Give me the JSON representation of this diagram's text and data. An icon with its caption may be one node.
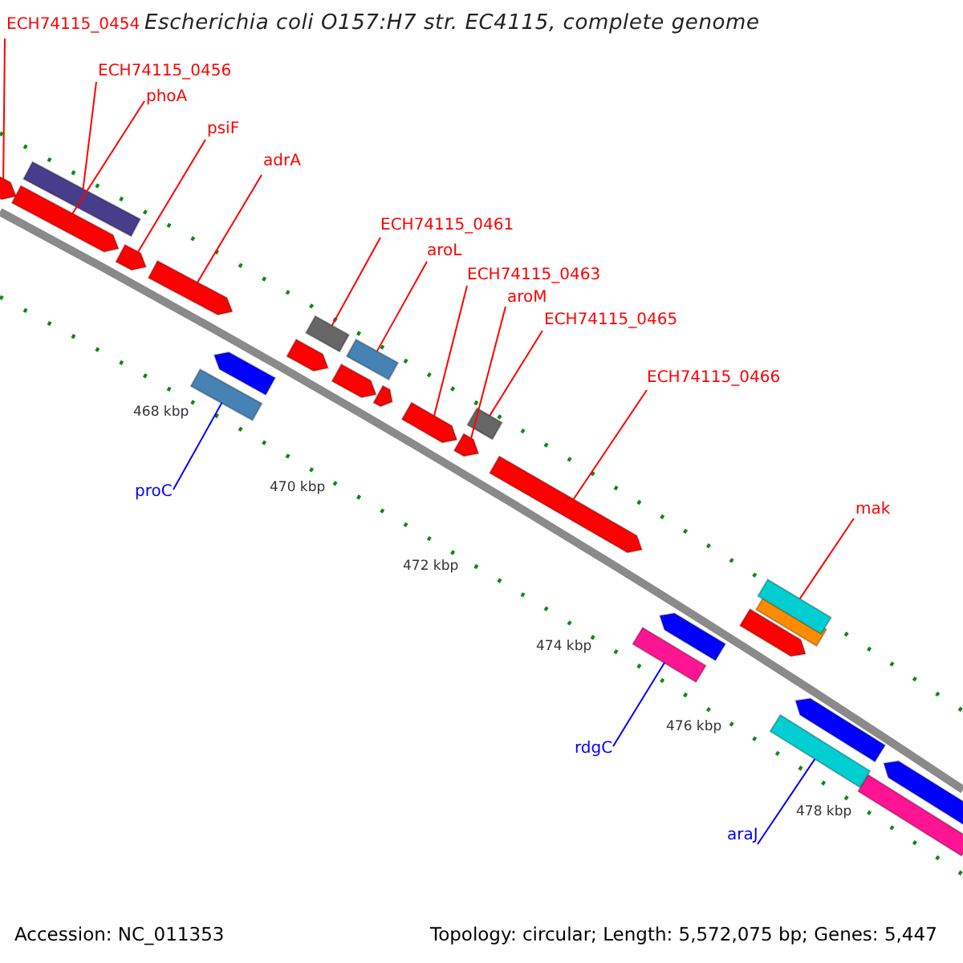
{
  "diagram": {
    "title": "Escherichia coli O157:H7 str. EC4115, complete genome",
    "nodes": [
      {
        "text": [
          "ECH74115_0454"
        ]
      },
      {
        "text": [],
        "shape": "bar"
      },
      {
        "text": [
          "ECH74115_0456"
        ]
      },
      {
        "text": [],
        "shape": "bar"
      },
      {
        "text": [
          "phoA"
        ]
      },
      {
        "text": [],
        "shape": "bar"
      },
      {
        "text": [
          "psiF"
        ]
      },
      {
        "text": [],
        "shape": "bar"
      },
      {
        "text": [
          "adrA"
        ]
      },
      {
        "text": [],
        "shape": "bar"
      },
      {
        "text": [
          "ECH74115_0461"
        ]
      },
      {
        "text": [],
        "shape": "bar"
      },
      {
        "text": [
          "aroL"
        ]
      },
      {
        "text": [],
        "shape": "bar"
      },
      {
        "text": [
          "ECH74115_0463"
        ]
      },
      {
        "text": [],
        "shape": "bar"
      },
      {
        "text": [
          "aroM"
        ]
      },
      {
        "text": [],
        "shape": "bar"
      },
      {
        "text": [
          "ECH74115_0465"
        ]
      },
      {
        "text": [],
        "shape": "bar"
      },
      {
        "text": [
          "ECH74115_0466"
        ]
      },
      {
        "text": [],
        "shape": "bar"
      },
      {
        "text": [
          "proC"
        ]
      },
      {
        "text": [],
        "shape": "bar"
      },
      {
        "text": [
          "mak"
        ]
      },
      {
        "text": [],
        "shape": "bar"
      },
      {
        "text": [
          "rdgC"
        ]
      },
      {
        "text": [],
        "shape": "bar"
      },
      {
        "text": [
          "araJ"
        ]
      },
      {
        "text": [],
        "shape": "bar"
      }
    ],
    "edges": [
      {
        "from": 0,
        "to": 1,
        "arrow": "none"
      },
      {
        "from": 2,
        "to": 3,
        "arrow": "none"
      },
      {
        "from": 4,
        "to": 5,
        "arrow": "none"
      },
      {
        "from": 6,
        "to": 7,
        "arrow": "none"
      },
      {
        "from": 8,
        "to": 9,
        "arrow": "none"
      },
      {
        "from": 10,
        "to": 11,
        "arrow": "none"
      },
      {
        "from": 12,
        "to": 13,
        "arrow": "none"
      },
      {
        "from": 14,
        "to": 15,
        "arrow": "none"
      },
      {
        "from": 16,
        "to": 17,
        "arrow": "none"
      },
      {
        "from": 18,
        "to": 19,
        "arrow": "none"
      },
      {
        "from": 20,
        "to": 21,
        "arrow": "none"
      },
      {
        "from": 22,
        "to": 23,
        "arrow": "none",
        "color": "#0000ff"
      },
      {
        "from": 24,
        "to": 25,
        "arrow": "none"
      },
      {
        "from": 26,
        "to": 27,
        "arrow": "none",
        "color": "#0000ff"
      },
      {
        "from": 28,
        "to": 29,
        "arrow": "none",
        "color": "#0000ff"
      }
    ],
    "labels": [
      "468 kbp",
      "470 kbp",
      "472 kbp",
      "474 kbp",
      "476 kbp",
      "478 kbp",
      "Accession: NC_011353",
      "Topology: circular; Length: 5,572,075 bp; Genes: 5,447"
    ]
  }
}
